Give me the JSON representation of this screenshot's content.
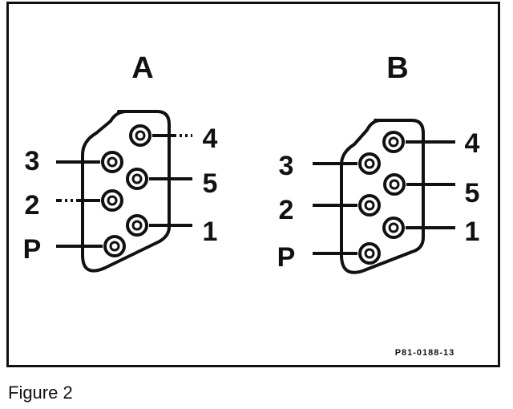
{
  "connectors": [
    {
      "title": "A",
      "pins": [
        {
          "label": "4",
          "side": "right"
        },
        {
          "label": "3",
          "side": "left"
        },
        {
          "label": "5",
          "side": "right"
        },
        {
          "label": "2",
          "side": "left"
        },
        {
          "label": "1",
          "side": "right"
        },
        {
          "label": "P",
          "side": "left"
        }
      ]
    },
    {
      "title": "B",
      "pins": [
        {
          "label": "4",
          "side": "right"
        },
        {
          "label": "3",
          "side": "left"
        },
        {
          "label": "5",
          "side": "right"
        },
        {
          "label": "2",
          "side": "left"
        },
        {
          "label": "1",
          "side": "right"
        },
        {
          "label": "P",
          "side": "left"
        }
      ]
    }
  ],
  "reference_code": "P81-0188-13",
  "caption": "Figure 2",
  "colors": {
    "ink": "#111111",
    "background": "#ffffff"
  }
}
